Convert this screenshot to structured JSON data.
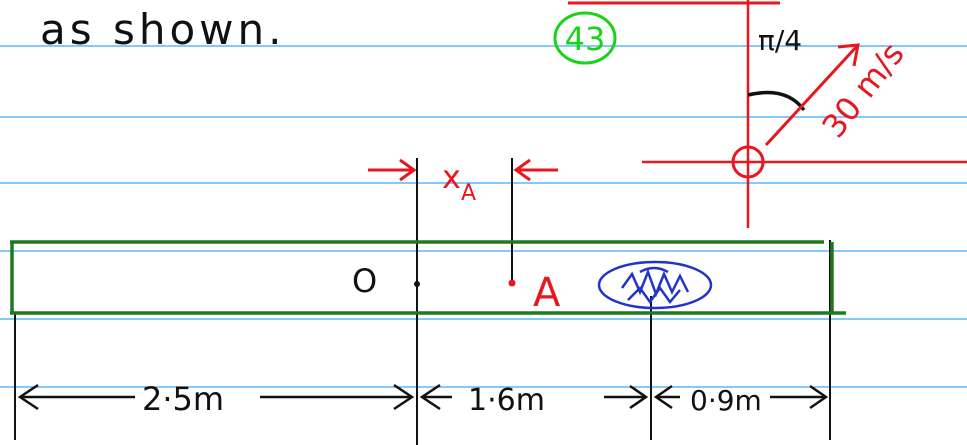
{
  "header_text": "as shown.",
  "problem_number": "43",
  "angle_label": "π/4",
  "velocity_label": "30 m/s",
  "distance_label": "x",
  "distance_label_sub": "A",
  "point_o": "O",
  "point_a": "A",
  "dimensions": {
    "left": "2·5m",
    "middle": "1·6m",
    "right": "0·9m"
  },
  "colors": {
    "ruling": "#3fa6f2",
    "beam": "#1f7a1f",
    "annotation": "#e8161e",
    "number_circle": "#18d418",
    "ink": "#111111",
    "scribble": "#2233cc"
  }
}
